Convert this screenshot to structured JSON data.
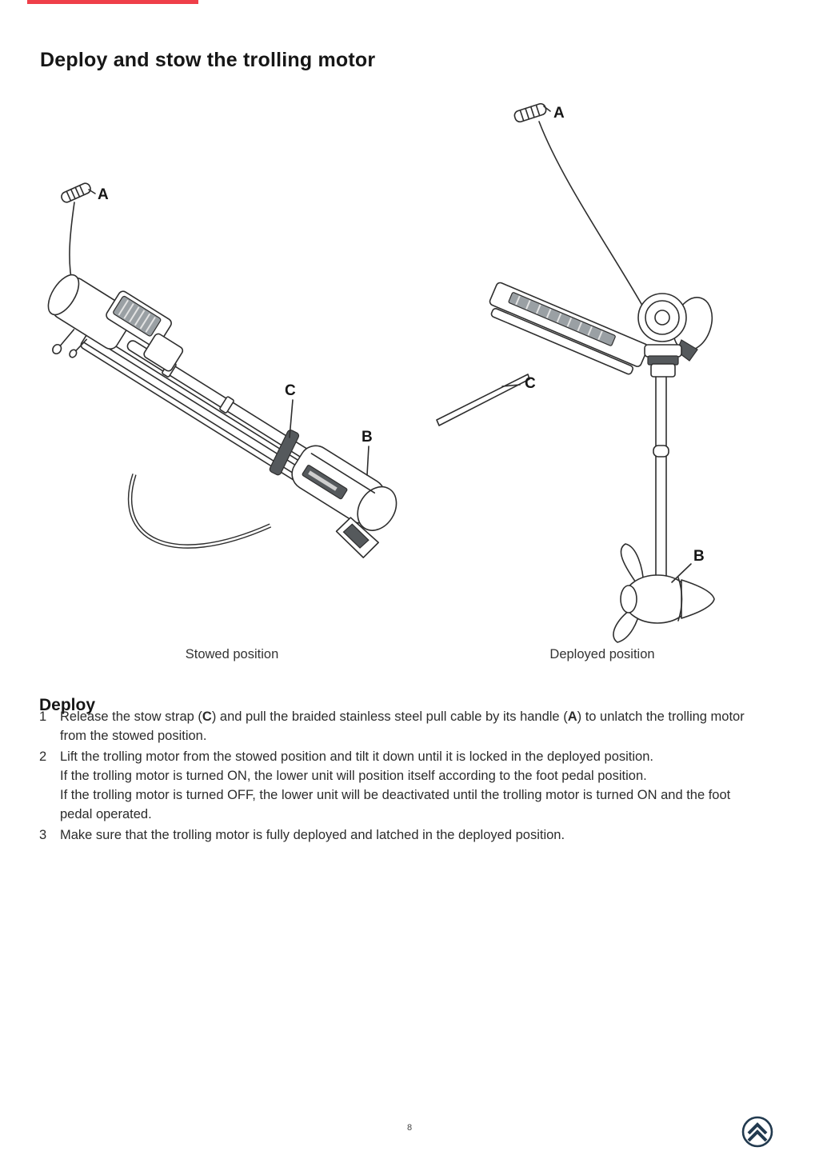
{
  "page": {
    "title": "Deploy and stow the trolling motor",
    "number": "8"
  },
  "colors": {
    "line_art": "#2e2e2e",
    "logo": "#223a4f",
    "top_edge": "#ef3f49"
  },
  "figures": {
    "stowed": {
      "caption": "Stowed position",
      "labels": {
        "a": "A",
        "b": "B",
        "c": "C"
      }
    },
    "deployed": {
      "caption": "Deployed position",
      "labels": {
        "a": "A",
        "b": "B",
        "c": "C"
      }
    }
  },
  "deploy": {
    "heading": "Deploy",
    "steps": [
      {
        "num": "1",
        "part1": "Release the stow strap (",
        "bold1": "C",
        "part2": ") and pull the braided stainless steel pull cable by its handle (",
        "bold2": "A",
        "part3": ") to unlatch the trolling motor from the stowed position."
      },
      {
        "num": "2",
        "line1": "Lift the trolling motor from the stowed position and tilt it down until it is locked in the deployed position.",
        "line2": "If the trolling motor is turned ON, the lower unit will position itself according to the foot pedal position.",
        "line3": "If the trolling motor is turned OFF, the lower unit will be deactivated until the trolling motor is turned ON and the foot pedal operated."
      },
      {
        "num": "3",
        "text": "Make sure that the trolling motor is fully deployed and latched in the deployed position."
      }
    ]
  }
}
